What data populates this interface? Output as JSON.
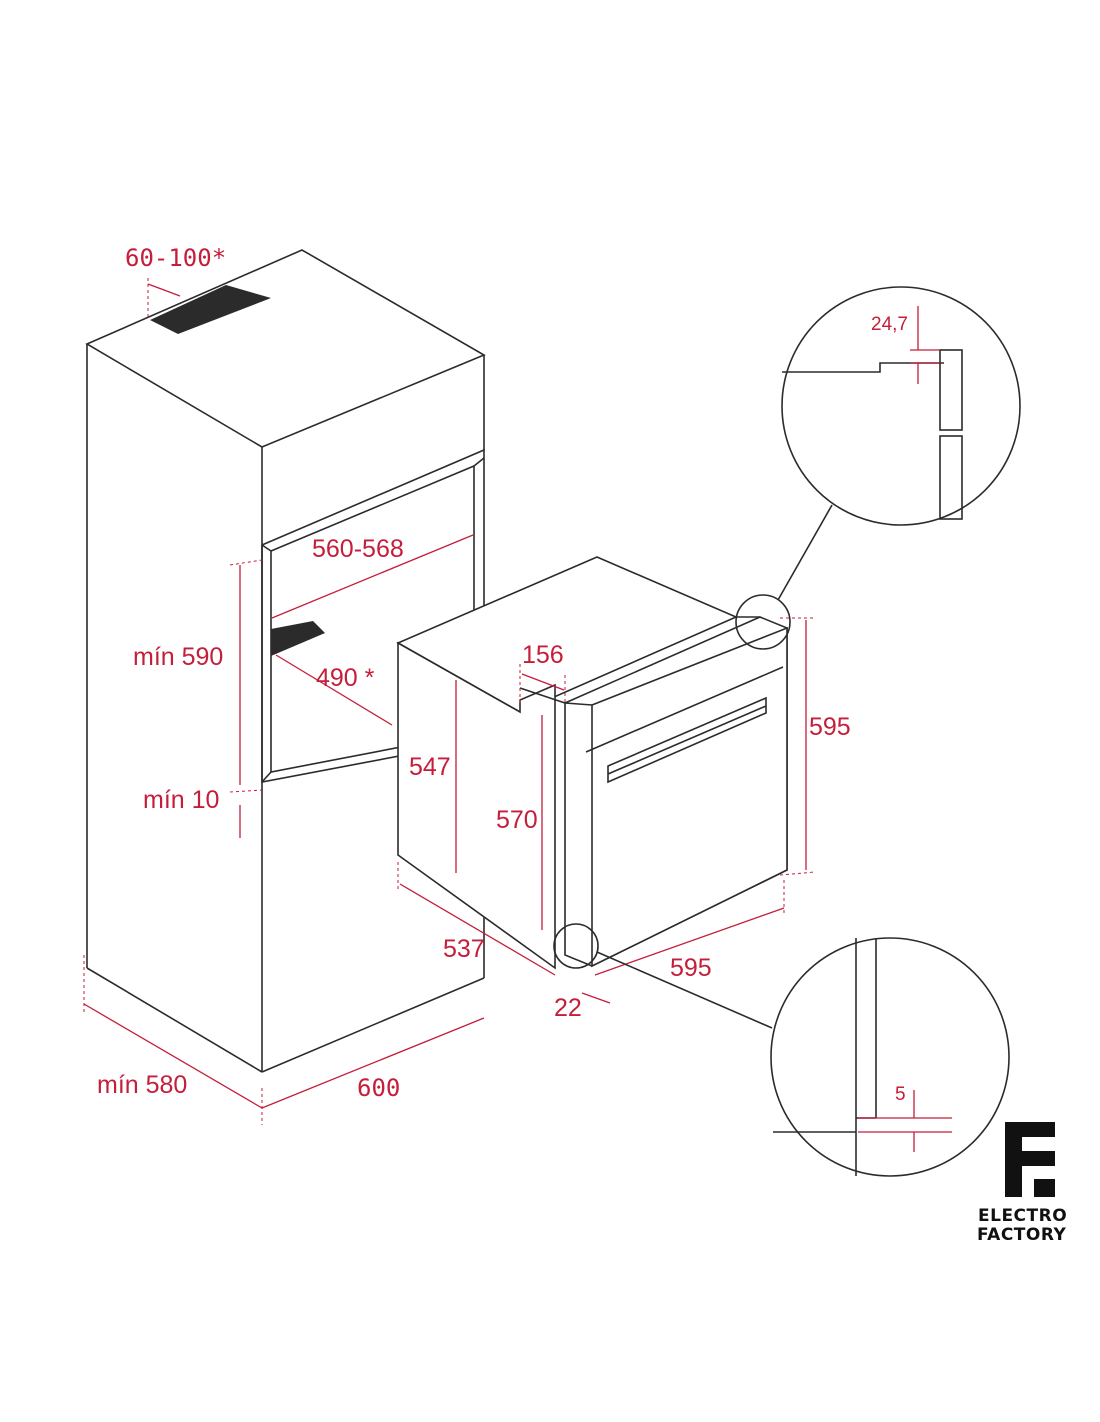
{
  "diagram": {
    "colors": {
      "line": "#2b2b2b",
      "dimension": "#c41e3a",
      "background": "#ffffff"
    },
    "dimensions": {
      "ventilation_gap": "60-100*",
      "niche_width": "560-568",
      "niche_height_min": "mín 590",
      "niche_depth": "490 *",
      "base_gap_min": "mín 10",
      "cabinet_depth_min": "mín 580",
      "cabinet_width": "600",
      "oven_body_depth": "537",
      "oven_body_height": "547",
      "door_offset": "156",
      "oven_front_height": "570",
      "oven_total_height": "595",
      "oven_width": "595",
      "door_thickness": "22"
    },
    "details": {
      "top_detail_value": "24,7",
      "bottom_detail_value": "5"
    }
  },
  "logo": {
    "line1": "ELECTRO",
    "line2": "FACTORY"
  }
}
